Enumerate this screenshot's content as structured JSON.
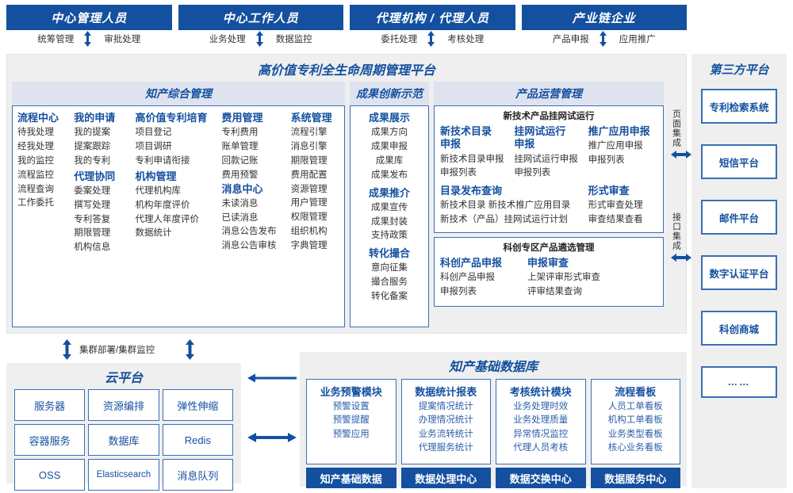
{
  "actors": [
    {
      "title": "中心管理人员",
      "left_action": "统筹管理",
      "right_action": "审批处理"
    },
    {
      "title": "中心工作人员",
      "left_action": "业务处理",
      "right_action": "数据监控"
    },
    {
      "title": "代理机构 / 代理人员",
      "left_action": "委托处理",
      "right_action": "考核处理"
    },
    {
      "title": "产业链企业",
      "left_action": "产品申报",
      "right_action": "应用推广"
    }
  ],
  "platform": {
    "title": "高价值专利全生命周期管理平台",
    "groups": {
      "ip_mgmt": {
        "heading": "知产综合管理",
        "columns": [
          {
            "title": "流程中心",
            "items": [
              "待我处理",
              "经我处理",
              "我的监控",
              "流程监控",
              "流程查询",
              "工作委托"
            ]
          },
          {
            "title": "我的申请",
            "items": [
              "我的提案",
              "提案跟踪",
              "我的专利"
            ],
            "title2": "代理协同",
            "items2": [
              "委案处理",
              "撰写处理",
              "专利答复",
              "期限管理",
              "机构信息"
            ]
          },
          {
            "title": "高价值专利培育",
            "items": [
              "项目登记",
              "项目调研",
              "专利申请衔接"
            ],
            "title2": "机构管理",
            "items2": [
              "代理机构库",
              "机构年度评价",
              "代理人年度评价",
              "数据统计"
            ]
          },
          {
            "title": "费用管理",
            "items": [
              "专利费用",
              "账单管理",
              "回款记账",
              "费用预警"
            ],
            "title2": "消息中心",
            "items2": [
              "未读消息",
              "已读消息",
              "消息公告发布",
              "消息公告审核"
            ]
          },
          {
            "title": "系统管理",
            "items": [
              "流程引擎",
              "消息引擎",
              "期限管理",
              "费用配置",
              "资源管理",
              "用户管理",
              "权限管理",
              "组织机构",
              "字典管理"
            ]
          }
        ]
      },
      "innovation": {
        "heading": "成果创新示范",
        "blocks": [
          {
            "title": "成果展示",
            "items": [
              "成果方向",
              "成果申报",
              "成果库",
              "成果发布"
            ]
          },
          {
            "title": "成果推介",
            "items": [
              "成果宣传",
              "成果封装",
              "支持政策"
            ]
          },
          {
            "title": "转化撮合",
            "items": [
              "意向征集",
              "撮合服务",
              "转化备案"
            ]
          }
        ]
      },
      "product_ops": {
        "heading": "产品运营管理",
        "box1_title": "新技术产品挂网试运行",
        "box1_columns": [
          {
            "title": "新技术目录申报",
            "items": [
              "新技术目录申报",
              "申报列表"
            ]
          },
          {
            "title": "挂网试运行申报",
            "items": [
              "挂网试运行申报",
              "申报列表"
            ]
          },
          {
            "title": "推广应用申报",
            "items": [
              "推广应用申报",
              "申报列表"
            ]
          }
        ],
        "box1_row2": [
          {
            "title": "目录发布查询",
            "items": [
              "新技术目录    新技术推广应用目录",
              "新技术（产品）挂网试运行计划"
            ]
          },
          {
            "title": "形式审查",
            "items": [
              "形式审查处理",
              "审查结果查看"
            ]
          }
        ],
        "box2_title": "科创专区产品遴选管理",
        "box2_columns": [
          {
            "title": "科创产品申报",
            "items": [
              "科创产品申报",
              "申报列表"
            ]
          },
          {
            "title": "申报审查",
            "items": [
              "上架评审形式审查",
              "评审结果查询"
            ]
          }
        ]
      }
    }
  },
  "integration": {
    "page_label": "页面集成",
    "api_label": "接口集成"
  },
  "third_party": {
    "title": "第三方平台",
    "items": [
      "专利检索系统",
      "短信平台",
      "邮件平台",
      "数字认证平台",
      "科创商城",
      "……"
    ]
  },
  "cluster": {
    "label": "集群部署/集群监控"
  },
  "cloud": {
    "title": "云平台",
    "cells": [
      "服务器",
      "资源编排",
      "弹性伸缩",
      "容器服务",
      "数据库",
      "Redis",
      "OSS",
      "Elasticsearch",
      "消息队列"
    ]
  },
  "database": {
    "title": "知产基础数据库",
    "columns": [
      {
        "title": "业务预警模块",
        "items": [
          "预警设置",
          "预警提醒",
          "预警应用"
        ],
        "footer": "知产基础数据"
      },
      {
        "title": "数据统计报表",
        "items": [
          "提案情况统计",
          "办理情况统计",
          "业务流转统计",
          "代理服务统计"
        ],
        "footer": "数据处理中心"
      },
      {
        "title": "考核统计模块",
        "items": [
          "业务处理时效",
          "业务处理质量",
          "异常情况监控",
          "代理人员考核"
        ],
        "footer": "数据交换中心"
      },
      {
        "title": "流程看板",
        "items": [
          "人员工单看板",
          "机构工单看板",
          "业务类型看板",
          "核心业务看板"
        ],
        "footer": "数据服务中心"
      }
    ]
  },
  "colors": {
    "brand_blue": "#14509f",
    "panel_bg": "#efefef",
    "group_head_bg": "#dfe3ef",
    "border_blue": "#3a6fb5"
  }
}
